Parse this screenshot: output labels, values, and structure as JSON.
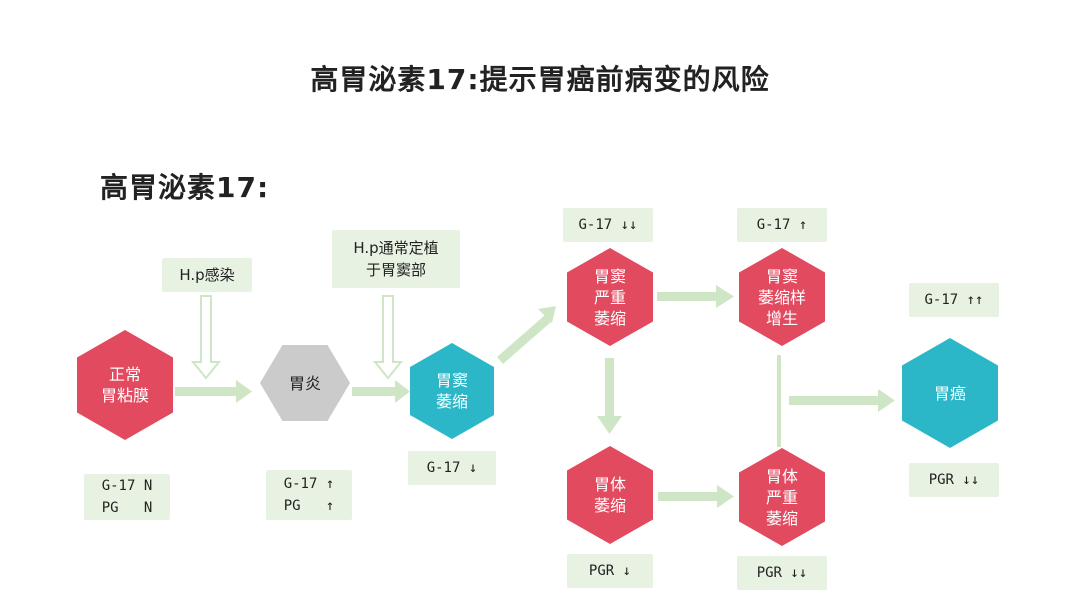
{
  "title": "高胃泌素17:提示胃癌前病变的风险",
  "subtitle": "高胃泌素17:",
  "colors": {
    "red": "#e24a5f",
    "teal": "#2bb7c8",
    "gray": "#cbcbcb",
    "arrow": "#cfe6c6",
    "label_bg": "#e8f2e2"
  },
  "nodes": {
    "normal": {
      "line1": "正常",
      "line2": "胃粘膜"
    },
    "gastritis": {
      "line1": "胃炎"
    },
    "antrum_atrophy": {
      "line1": "胃窦",
      "line2": "萎缩"
    },
    "antrum_severe": {
      "line1": "胃窦",
      "line2": "严重",
      "line3": "萎缩"
    },
    "antrum_hyperplasia": {
      "line1": "胃窦",
      "line2": "萎缩样",
      "line3": "增生"
    },
    "cancer": {
      "line1": "胃癌"
    },
    "body_atrophy": {
      "line1": "胃体",
      "line2": "萎缩"
    },
    "body_severe": {
      "line1": "胃体",
      "line2": "严重",
      "line3": "萎缩"
    }
  },
  "notes": {
    "hp_infection": "H.p感染",
    "hp_colonize_1": "H.p通常定植",
    "hp_colonize_2": "于胃窦部"
  },
  "markers": {
    "normal_1": "G-17 N",
    "normal_2": "PG   N",
    "gastritis_1": "G-17 ↑",
    "gastritis_2": "PG   ↑",
    "antrum_atrophy": "G-17 ↓",
    "antrum_severe": "G-17 ↓↓",
    "antrum_hyperplasia": "G-17 ↑",
    "cancer_g17": "G-17 ↑↑",
    "cancer_pgr": "PGR ↓↓",
    "body_atrophy": "PGR ↓",
    "body_severe": "PGR ↓↓"
  }
}
